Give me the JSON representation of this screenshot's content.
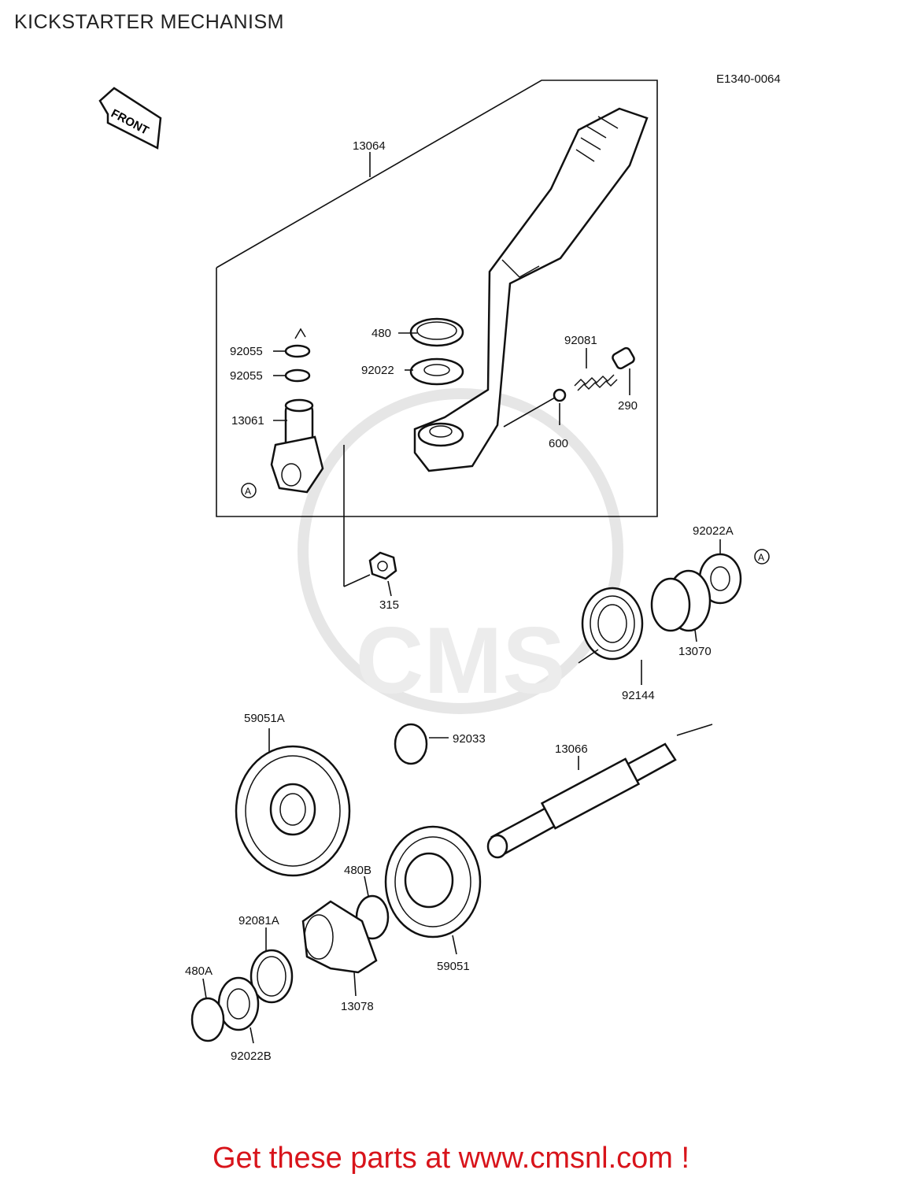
{
  "page": {
    "title": "KICKSTARTER MECHANISM",
    "diagram_code": "E1340-0064",
    "footer_text": "Get these parts at www.cmsnl.com !",
    "watermark": "CMS"
  },
  "colors": {
    "footer": "#d8141b",
    "lines": "#111111",
    "watermark": "#e6e6e6"
  },
  "icons": {
    "front": "FRONT",
    "ref_marker": "A"
  },
  "parts": [
    {
      "id": "13064"
    },
    {
      "id": "480"
    },
    {
      "id": "92022"
    },
    {
      "id": "92081"
    },
    {
      "id": "290"
    },
    {
      "id": "600"
    },
    {
      "id": "92055a",
      "label": "92055"
    },
    {
      "id": "92055b",
      "label": "92055"
    },
    {
      "id": "13061"
    },
    {
      "id": "315"
    },
    {
      "id": "92022A"
    },
    {
      "id": "13070"
    },
    {
      "id": "92144"
    },
    {
      "id": "59051A"
    },
    {
      "id": "92033"
    },
    {
      "id": "13066"
    },
    {
      "id": "480B"
    },
    {
      "id": "59051"
    },
    {
      "id": "92081A"
    },
    {
      "id": "480A"
    },
    {
      "id": "13078"
    },
    {
      "id": "92022B"
    }
  ]
}
